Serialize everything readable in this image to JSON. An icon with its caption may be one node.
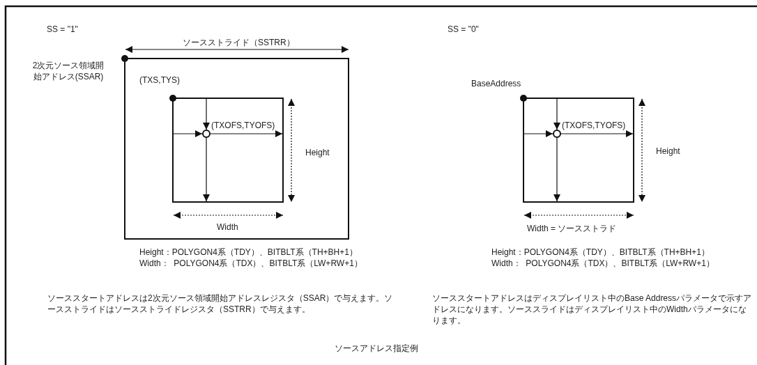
{
  "diagram": {
    "caption": "ソースアドレス指定例",
    "labels": [
      "SS = \"1\"",
      "ソースストライド（SSTRR）",
      "2次元ソース領域開始アドレス(SSAR)",
      "SS = \"0\"",
      "(TXS,TYS)",
      "(TXOFS,TYOFS)",
      "Height",
      "Width",
      "Height：POLYGON4系（TDY）、BITBLT系（TH+BH+1）",
      "Width：  POLYGON4系（TDX）、BITBLT系（LW+RW+1）",
      "ソーススタートアドレスは2次元ソース領域開始アドレスレジスタ（SSAR）で与えます。ソースストライドはソースストライドレジスタ（SSTRR）で与えます。",
      "BaseAddress",
      "(TXOFS,TYOFS)",
      "Height",
      "Width = ソースストラド",
      "Height：POLYGON4系（TDY）、BITBLT系（TH+BH+1）",
      "Width：  POLYGON4系（TDX）、BITBLT系（LW+RW+1）",
      "ソーススタートアドレスはディスプレイリスト中のBase Addressパラメータで示すアドレスになります。ソーススライドはディスプレイリスト中のWidthパラメータになります。"
    ]
  }
}
